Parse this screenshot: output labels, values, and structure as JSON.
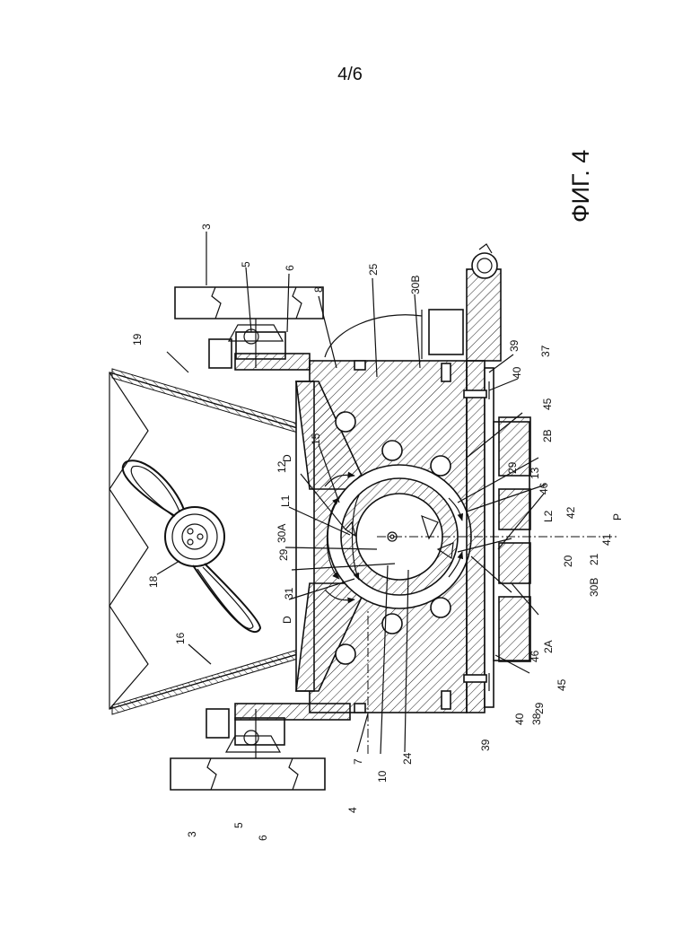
{
  "page": {
    "number": "4/6"
  },
  "figure": {
    "title": "ФИГ. 4"
  },
  "labels": {
    "l3a": "3",
    "l5a": "5",
    "l6a": "6",
    "l19": "19",
    "l8": "8",
    "l25": "25",
    "l30b_top": "30B",
    "l39a": "39",
    "l37": "37",
    "l40a": "40",
    "l45a": "45",
    "l2b": "2B",
    "l15": "15",
    "l12": "12",
    "lD_top": "D",
    "l29a": "29",
    "l13": "13",
    "l46a": "46",
    "lL1": "L1",
    "lL2": "L2",
    "l42": "42",
    "lP": "P",
    "l41": "41",
    "l21": "21",
    "l20": "20",
    "l30a": "30A",
    "l29b": "29",
    "l31": "31",
    "l30b_bot": "30B",
    "l18": "18",
    "lD_bot": "D",
    "l16": "16",
    "l46b": "46",
    "l2a": "2A",
    "l45b": "45",
    "l29c": "29",
    "l7": "7",
    "l10": "10",
    "l24": "24",
    "l40b": "40",
    "l38": "38",
    "l39b": "39",
    "l4": "4",
    "l3b": "3",
    "l5b": "5",
    "l6b": "6"
  }
}
